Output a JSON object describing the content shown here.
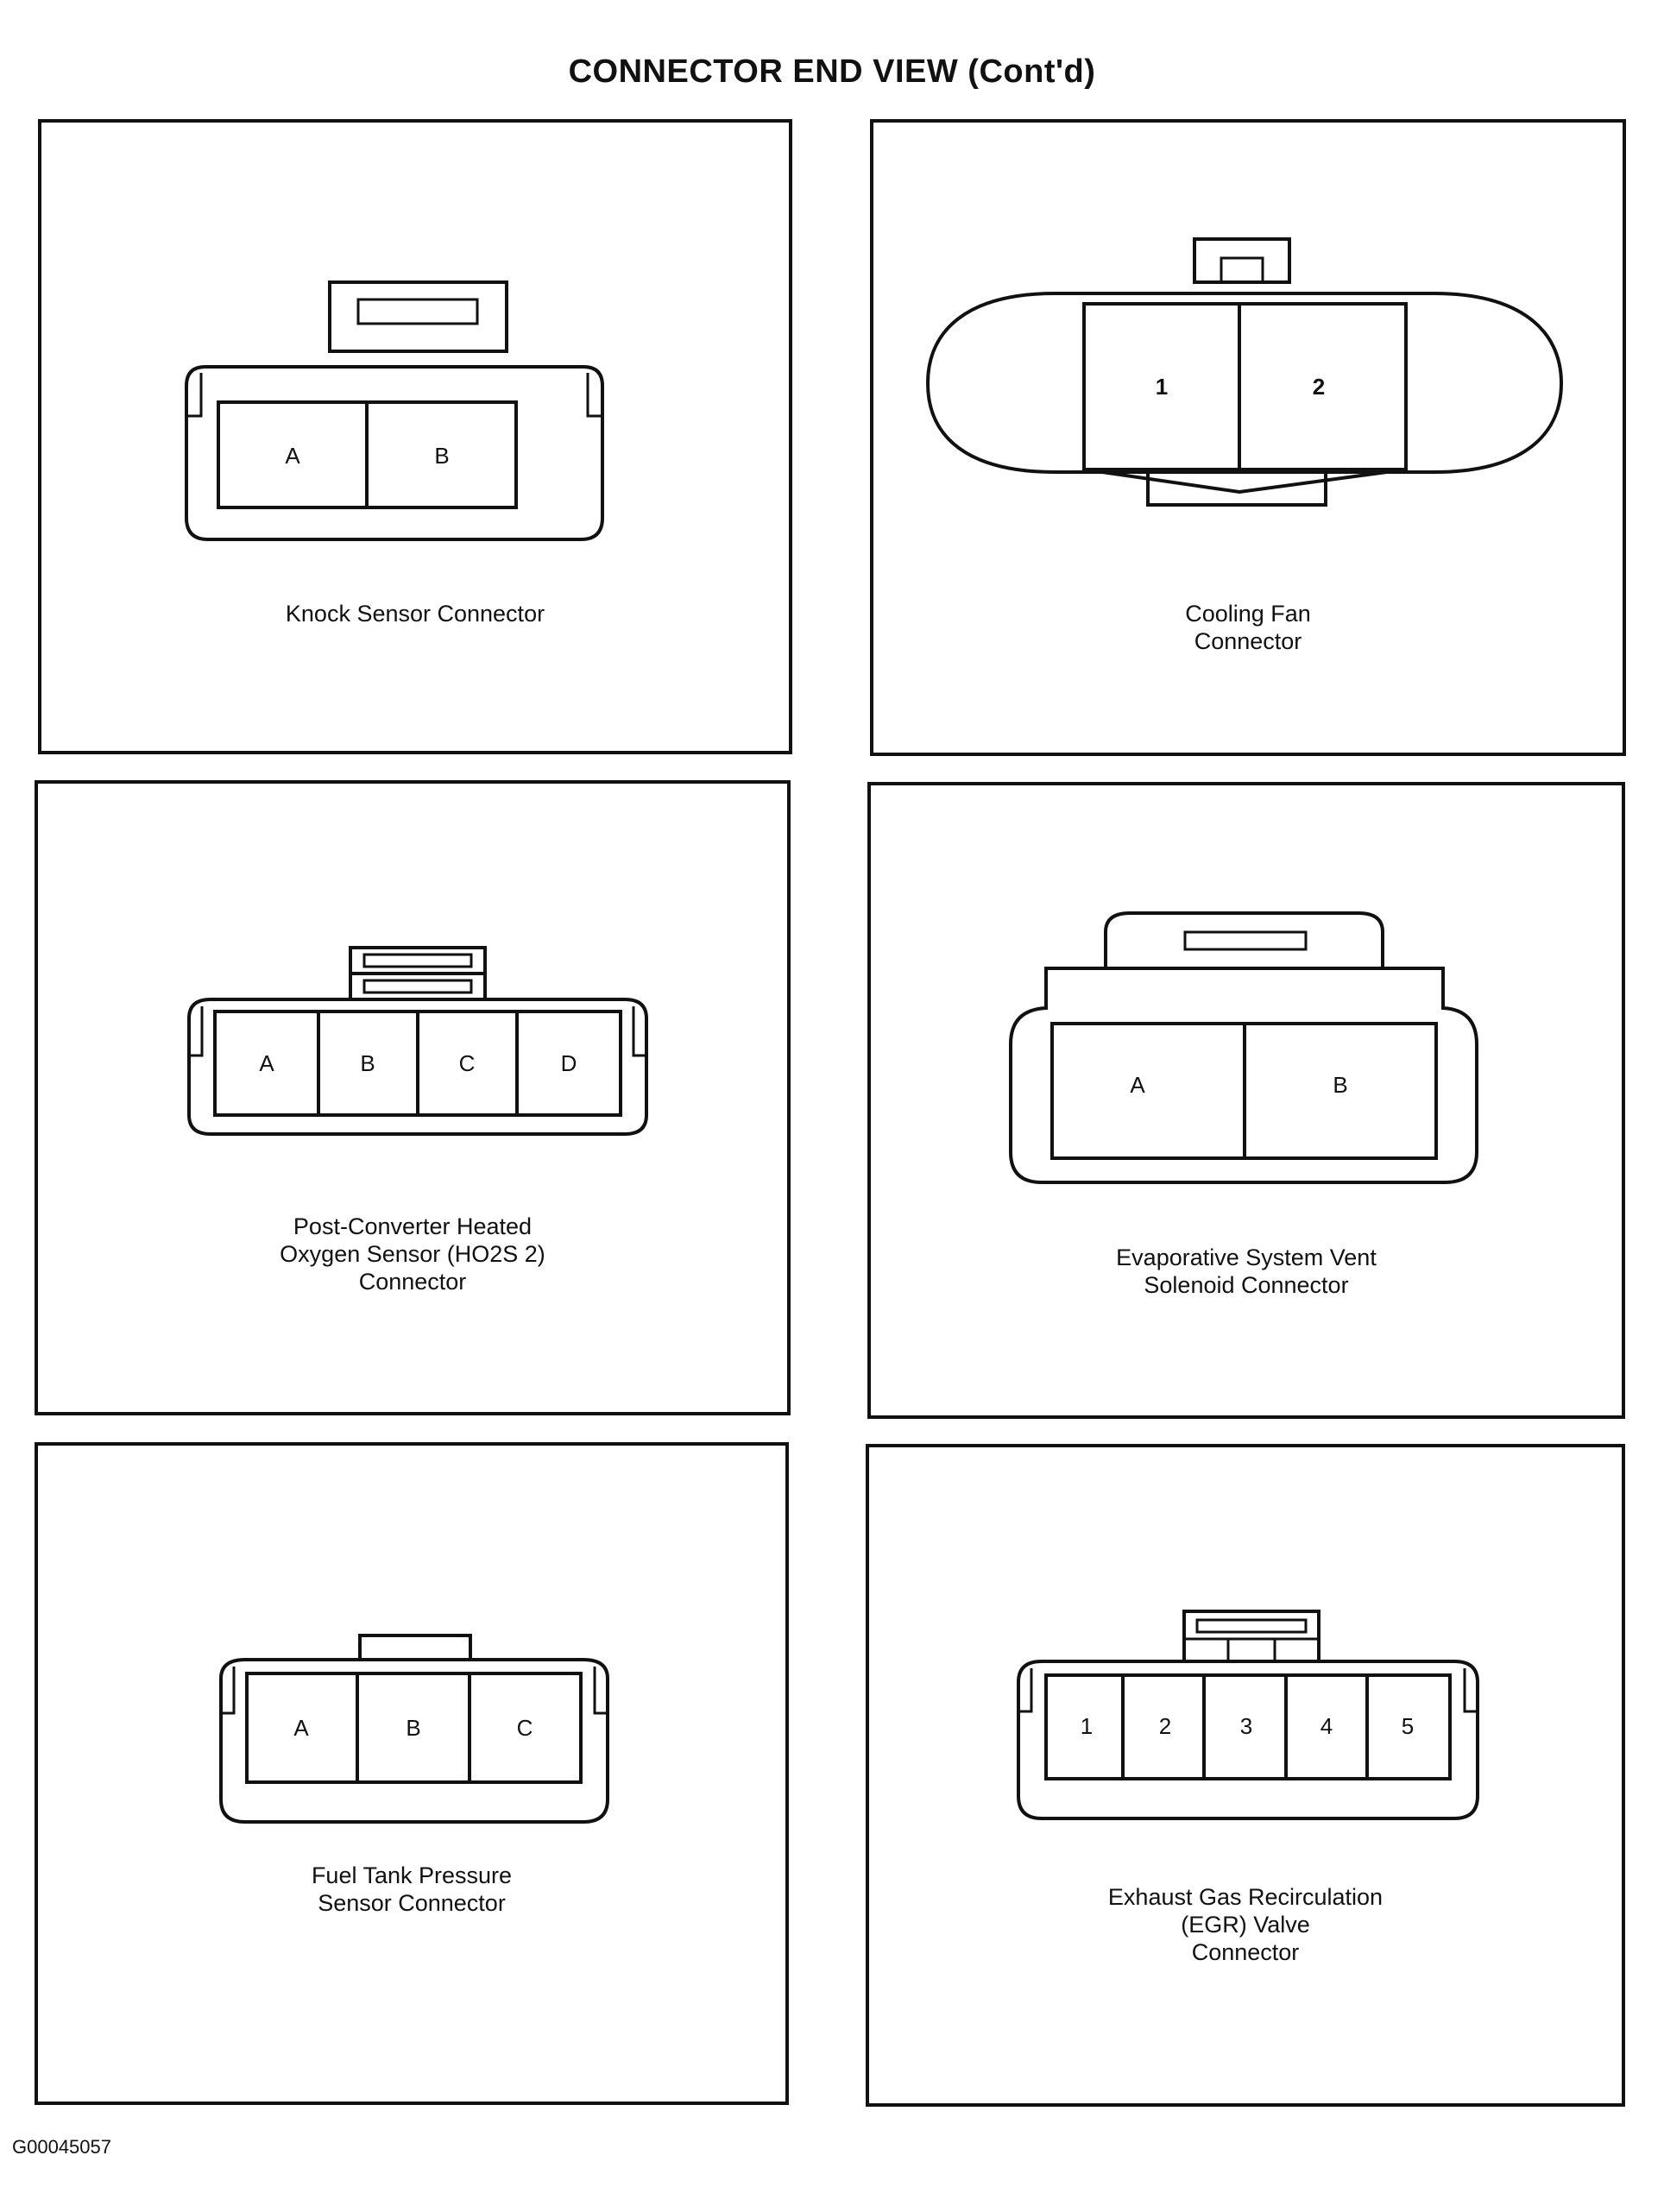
{
  "page": {
    "title": "CONNECTOR END VIEW (Cont'd)",
    "figure_id": "G00045057"
  },
  "connectors": [
    {
      "caption": [
        "Knock Sensor Connector"
      ],
      "pins": [
        "A",
        "B"
      ]
    },
    {
      "caption": [
        "Cooling Fan",
        "Connector"
      ],
      "pins": [
        "1",
        "2"
      ]
    },
    {
      "caption": [
        "Post-Converter Heated",
        "Oxygen Sensor (HO2S 2)",
        "Connector"
      ],
      "pins": [
        "A",
        "B",
        "C",
        "D"
      ]
    },
    {
      "caption": [
        "Evaporative System Vent",
        "Solenoid Connector"
      ],
      "pins": [
        "A",
        "B"
      ]
    },
    {
      "caption": [
        "Fuel Tank Pressure",
        "Sensor Connector"
      ],
      "pins": [
        "A",
        "B",
        "C"
      ]
    },
    {
      "caption": [
        "Exhaust Gas Recirculation",
        "(EGR) Valve",
        "Connector"
      ],
      "pins": [
        "1",
        "2",
        "3",
        "4",
        "5"
      ]
    }
  ]
}
